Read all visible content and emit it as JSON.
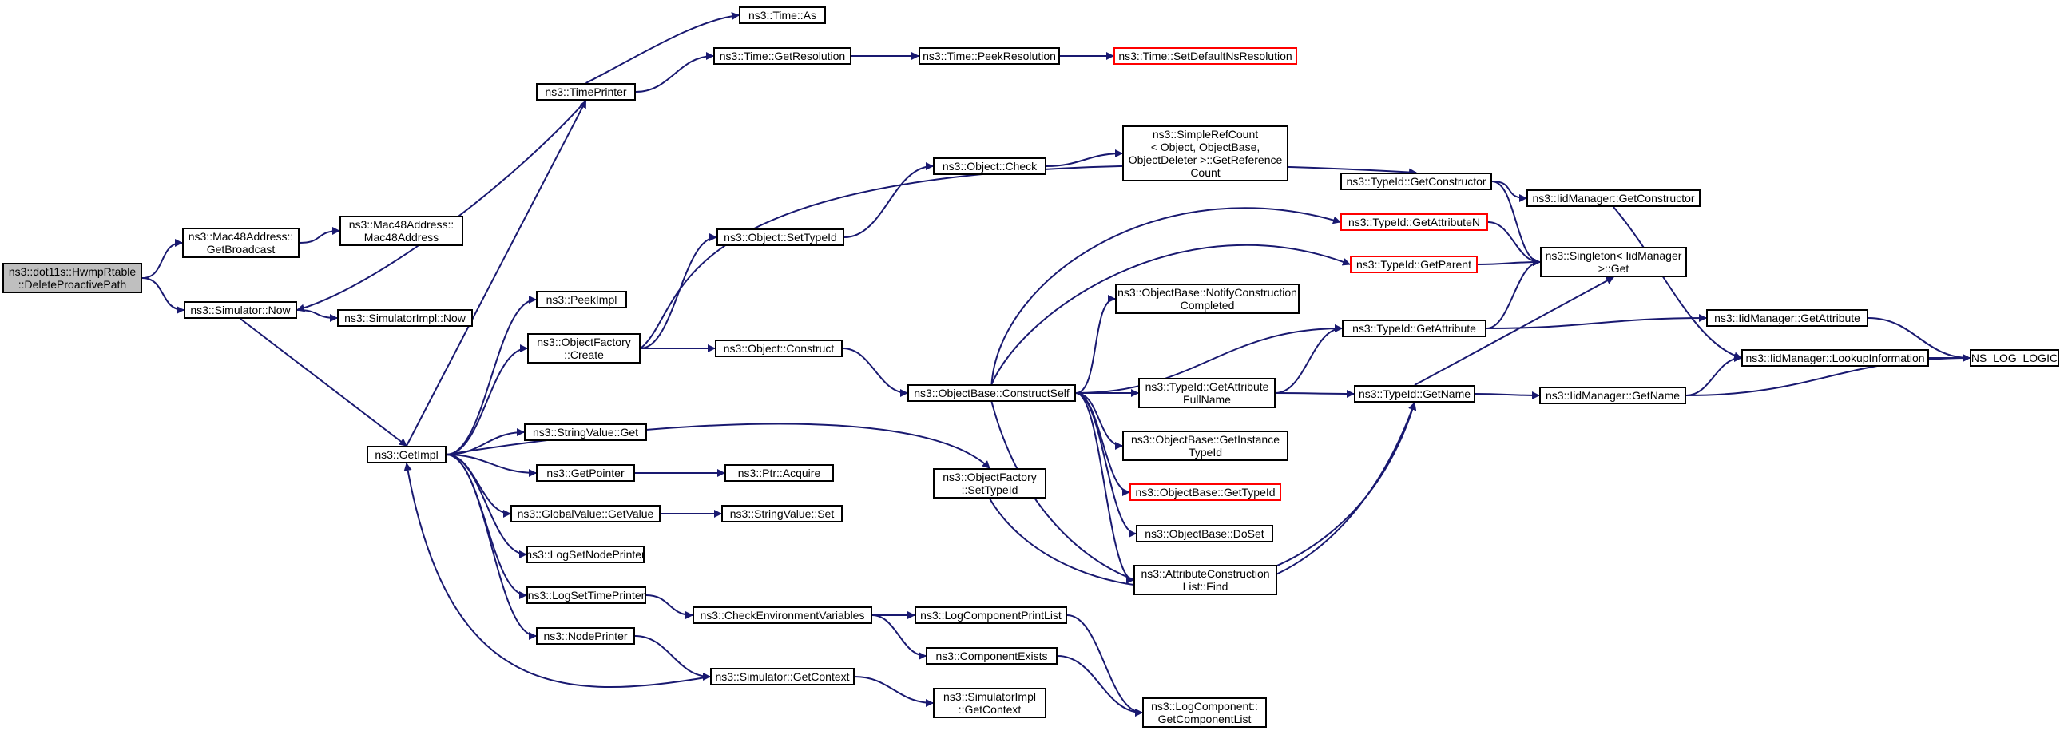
{
  "nodes": {
    "root": "ns3::dot11s::HwmpRtable\n::DeleteProactivePath",
    "mac48_getbroadcast": "ns3::Mac48Address::\nGetBroadcast",
    "mac48_ctor": "ns3::Mac48Address::\nMac48Address",
    "simulator_now": "ns3::Simulator::Now",
    "simulatorimpl_now": "ns3::SimulatorImpl::Now",
    "getimpl": "ns3::GetImpl",
    "timeprinter": "ns3::TimePrinter",
    "time_as": "ns3::Time::As",
    "time_getresolution": "ns3::Time::GetResolution",
    "time_peekresolution": "ns3::Time::PeekResolution",
    "time_setdefaultnsresolution": "ns3::Time::SetDefaultNsResolution",
    "peekimpl": "ns3::PeekImpl",
    "objectfactory_create": "ns3::ObjectFactory\n::Create",
    "stringvalue_get": "ns3::StringValue::Get",
    "getpointer": "ns3::GetPointer",
    "globalvalue_getvalue": "ns3::GlobalValue::GetValue",
    "logsetnodeprinter": "ns3::LogSetNodePrinter",
    "logsettimeprinter": "ns3::LogSetTimePrinter",
    "nodeprinter": "ns3::NodePrinter",
    "object_settypeid": "ns3::Object::SetTypeId",
    "object_check": "ns3::Object::Check",
    "simplerefcount_getreferencecount": "ns3::SimpleRefCount\n< Object, ObjectBase,\nObjectDeleter >::GetReference\nCount",
    "object_construct": "ns3::Object::Construct",
    "ptr_acquire": "ns3::Ptr::Acquire",
    "stringvalue_set": "ns3::StringValue::Set",
    "checkenvironmentvariables": "ns3::CheckEnvironmentVariables",
    "simulator_getcontext": "ns3::Simulator::GetContext",
    "objectfactory_settypeid": "ns3::ObjectFactory\n::SetTypeId",
    "logcomponentprintlist": "ns3::LogComponentPrintList",
    "componentexists": "ns3::ComponentExists",
    "simulatorimpl_getcontext": "ns3::SimulatorImpl\n::GetContext",
    "logcomponent_getcomponentlist": "ns3::LogComponent::\nGetComponentList",
    "objectbase_constructself": "ns3::ObjectBase::ConstructSelf",
    "typeid_getconstructor": "ns3::TypeId::GetConstructor",
    "typeid_getattributen": "ns3::TypeId::GetAttributeN",
    "typeid_getparent": "ns3::TypeId::GetParent",
    "objectbase_notifyconstructioncompleted": "ns3::ObjectBase::NotifyConstruction\nCompleted",
    "typeid_getattribute": "ns3::TypeId::GetAttribute",
    "typeid_getattributefullname": "ns3::TypeId::GetAttribute\nFullName",
    "typeid_getname": "ns3::TypeId::GetName",
    "objectbase_getinstancetypeid": "ns3::ObjectBase::GetInstance\nTypeId",
    "objectbase_gettypeid": "ns3::ObjectBase::GetTypeId",
    "objectbase_doset": "ns3::ObjectBase::DoSet",
    "attributeconstructionlist_find": "ns3::AttributeConstruction\nList::Find",
    "iidmanager_getconstructor": "ns3::IidManager::GetConstructor",
    "singleton_iidmanager_get": "ns3::Singleton< IidManager\n>::Get",
    "iidmanager_getattribute": "ns3::IidManager::GetAttribute",
    "iidmanager_lookupinformation": "ns3::IidManager::LookupInformation",
    "iidmanager_getname": "ns3::IidManager::GetName",
    "ns_log_logic": "NS_LOG_LOGIC"
  },
  "colors": {
    "edge": "#191970",
    "root_fill": "#bfbfbf",
    "node_border": "#000000",
    "undocumented_border": "#ff0000"
  }
}
